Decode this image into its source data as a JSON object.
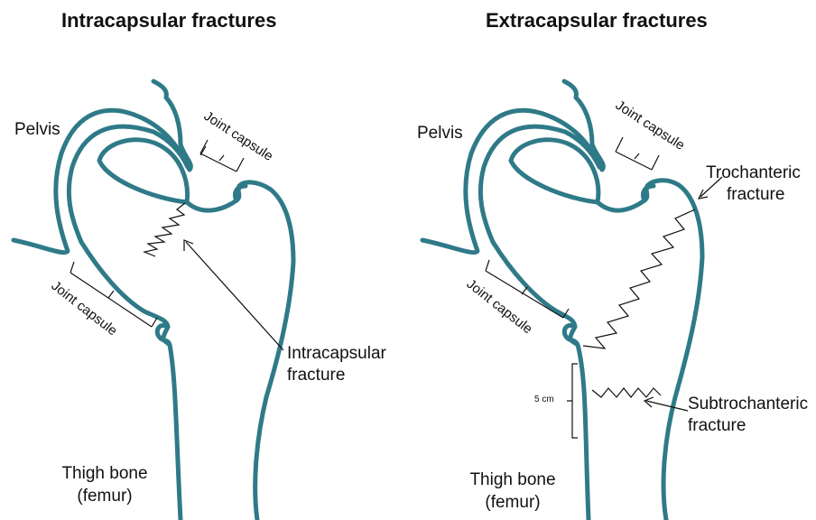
{
  "left_panel": {
    "title": "Intracapsular fractures",
    "pelvis": "Pelvis",
    "joint_capsule_top": "Joint capsule",
    "joint_capsule_bottom": "Joint capsule",
    "fracture_label_line1": "Intracapsular",
    "fracture_label_line2": "fracture",
    "femur_line1": "Thigh bone",
    "femur_line2": "(femur)"
  },
  "right_panel": {
    "title": "Extracapsular fractures",
    "pelvis": "Pelvis",
    "joint_capsule_top": "Joint capsule",
    "joint_capsule_bottom": "Joint capsule",
    "trochanteric_line1": "Trochanteric",
    "trochanteric_line2": "fracture",
    "subtrochanteric_line1": "Subtrochanteric",
    "subtrochanteric_line2": "fracture",
    "measure": "5 cm",
    "femur_line1": "Thigh bone",
    "femur_line2": "(femur)"
  },
  "colors": {
    "bone_outline": "#2f7a88",
    "text": "#111111"
  }
}
